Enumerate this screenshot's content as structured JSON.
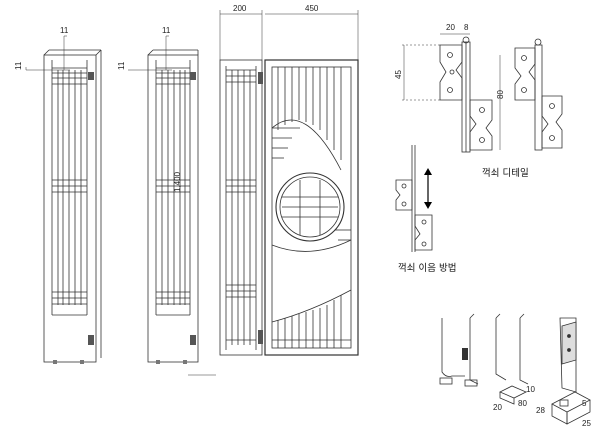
{
  "dimensions": {
    "left_top_11": "11",
    "left_side_11": "11",
    "mid_top_11": "11",
    "mid_side_11": "11",
    "mid_height": "1,400",
    "width_200": "200",
    "width_450": "450",
    "hinge_20": "20",
    "hinge_8": "8",
    "hinge_45": "45",
    "hinge_80": "80",
    "block_10": "10",
    "block_20": "20",
    "block_80": "80",
    "block_5": "5",
    "block_28": "28",
    "block_25": "25"
  },
  "captions": {
    "hinge_detail": "꺽쇠 디테일",
    "hinge_usage": "꺽쇠 이음 방법"
  }
}
